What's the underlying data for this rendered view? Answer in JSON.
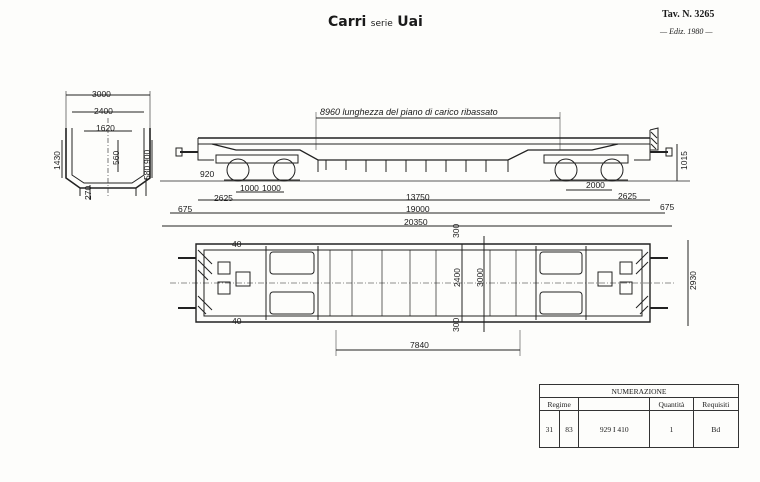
{
  "header": {
    "title_word": "Carri",
    "title_series": "serie",
    "title_code": "Uai",
    "plate": "Tav. N. 3265",
    "edition": "— Ediz. 1980 —"
  },
  "cross_section": {
    "dims": {
      "width_top": "3000",
      "width_mid": "2400",
      "width_inner": "1620",
      "height_left": "1430",
      "height_560": "560",
      "height_900": "900",
      "height_580": "580",
      "depth_270": "270"
    }
  },
  "side_view": {
    "dims": {
      "load_length": "8960 lunghezza del piano di carico ribassato",
      "bogie_a": "1000",
      "bogie_b": "1000",
      "wheel": "920",
      "bogie_wb": "2000",
      "offset_left": "2625",
      "offset_right": "2625",
      "pivots": "13750",
      "over_headstocks": "19000",
      "over_buffers": "20350",
      "buffer_left": "675",
      "buffer_right": "675",
      "height_right": "1015"
    }
  },
  "plan_view": {
    "dims": {
      "inner_width": "2400",
      "side_300_top": "300",
      "side_300_bot": "300",
      "width_3000": "3000",
      "overall_width": "2930",
      "length_7840": "7840",
      "mark_40_a": "40",
      "mark_40_b": "40"
    }
  },
  "numerazione": {
    "title": "NUMERAZIONE",
    "headers": {
      "regime": "Regime",
      "quantita": "Quantità",
      "requisiti": "Requisiti"
    },
    "row": {
      "regime_a": "31",
      "regime_b": "83",
      "number": "929 I 410",
      "quantita": "1",
      "requisiti": "Bd"
    }
  }
}
